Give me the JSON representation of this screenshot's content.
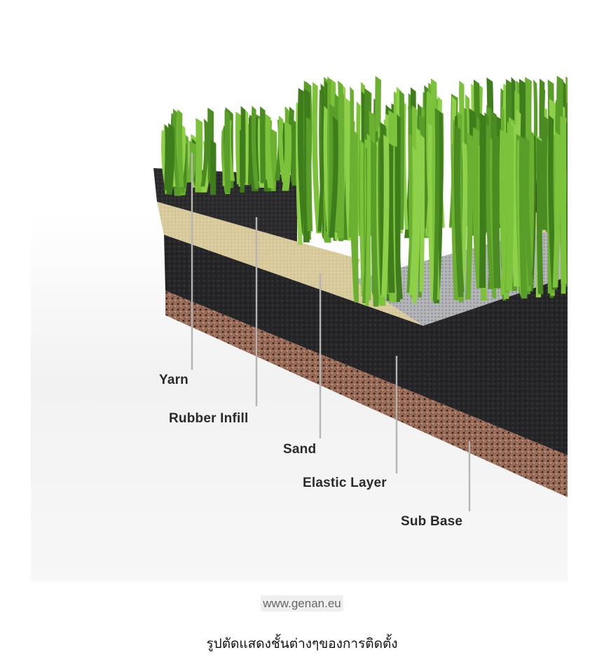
{
  "diagram": {
    "layers": [
      {
        "key": "yarn",
        "label": "Yarn"
      },
      {
        "key": "rubber",
        "label": "Rubber Infill"
      },
      {
        "key": "sand",
        "label": "Sand"
      },
      {
        "key": "elastic",
        "label": "Elastic Layer"
      },
      {
        "key": "sub",
        "label": "Sub Base"
      }
    ],
    "colors": {
      "grass_light": "#7cc23a",
      "grass_dark": "#3f7d1c",
      "rubber": "#2b2b2d",
      "sand": "#d7c89a",
      "mesh": "#a9abb0",
      "elastic": "#262628",
      "subbase": "#9a6a55"
    }
  },
  "source": "www.genan.eu",
  "caption": "รูปตัดแสดงชั้นต่างๆของการติดตั้ง"
}
